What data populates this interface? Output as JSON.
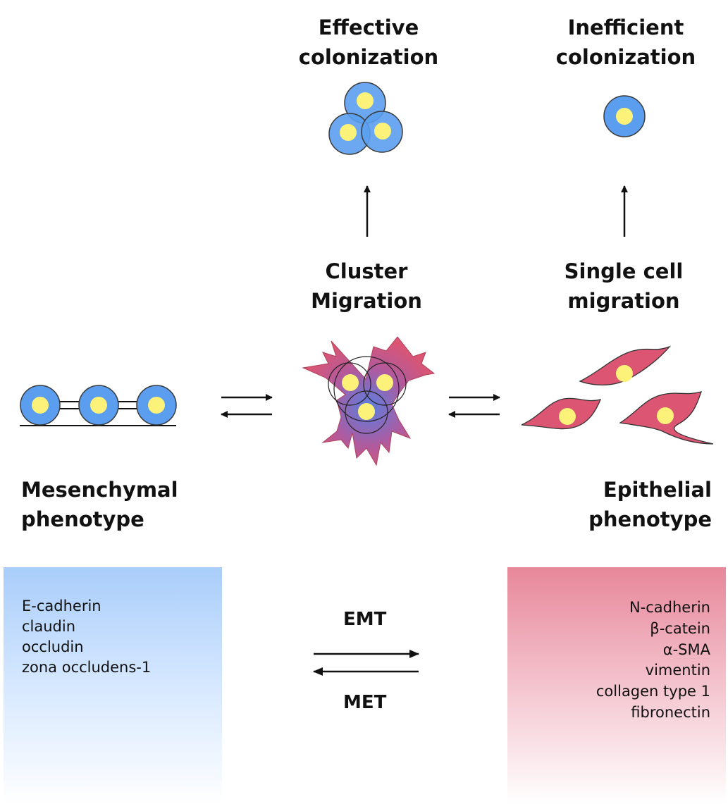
{
  "labels": {
    "effective_colonization": [
      "Effective",
      "colonization"
    ],
    "inefficient_colonization": [
      "Inefficient",
      "colonization"
    ],
    "cluster_migration": [
      "Cluster",
      "Migration"
    ],
    "single_cell_migration": [
      "Single cell",
      "migration"
    ],
    "mesenchymal_phenotype": [
      "Mesenchymal",
      "phenotype"
    ],
    "epithelial_phenotype": [
      "Epithelial",
      "phenotype"
    ]
  },
  "transition": {
    "forward": "EMT",
    "reverse": "MET"
  },
  "markers": {
    "left": [
      "E-cadherin",
      "claudin",
      "occludin",
      "zona occludens-1"
    ],
    "right": [
      "N-cadherin",
      "β-catein",
      "α-SMA",
      "vimentin",
      "collagen type 1",
      "fibronectin"
    ]
  },
  "colors": {
    "cell_blue": "#5b9ef0",
    "nucleus_yellow": "#fcf27a",
    "cell_red": "#dc5572",
    "outline": "#3a3a3a",
    "box_blue": "#a9cdfa",
    "box_red": "#e7879a"
  }
}
